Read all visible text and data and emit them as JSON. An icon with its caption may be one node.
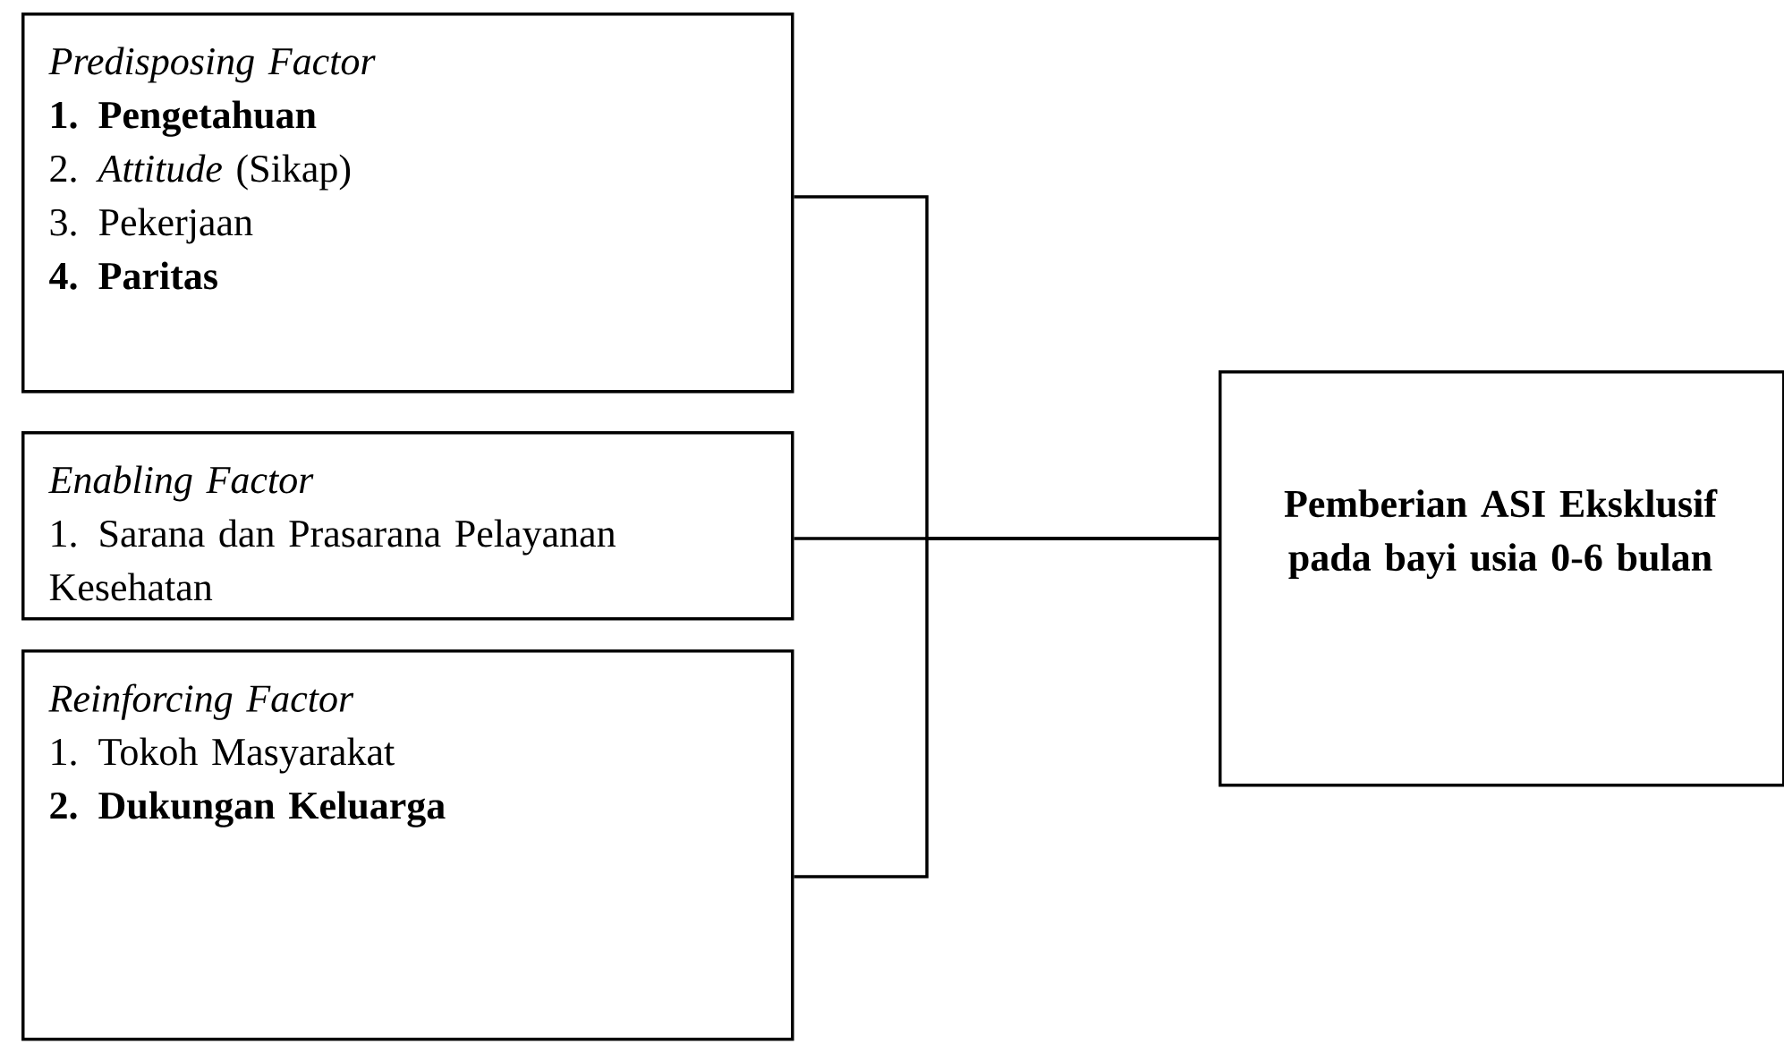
{
  "diagram": {
    "nodes": [
      {
        "text": [
          "Predisposing Factor",
          "**1. Pengetahuan**",
          "2. *Attitude* (Sikap)",
          "3. Pekerjaan",
          "**4. Paritas**"
        ]
      },
      {
        "text": [
          "Enabling Factor",
          "1. Sarana dan Prasarana Pelayanan Kesehatan"
        ]
      },
      {
        "text": [
          "Reinforcing Factor",
          "1. Tokoh Masyarakat",
          "**2. Dukungan Keluarga**"
        ]
      },
      {
        "text": [
          "Pemberian ASI Eksklusif pada bayi usia 0-6 bulan"
        ]
      }
    ],
    "edges": [
      {
        "from": 0,
        "to": 3,
        "arrow": "none"
      },
      {
        "from": 1,
        "to": 3,
        "arrow": "none"
      },
      {
        "from": 2,
        "to": 3,
        "arrow": "none"
      }
    ]
  }
}
